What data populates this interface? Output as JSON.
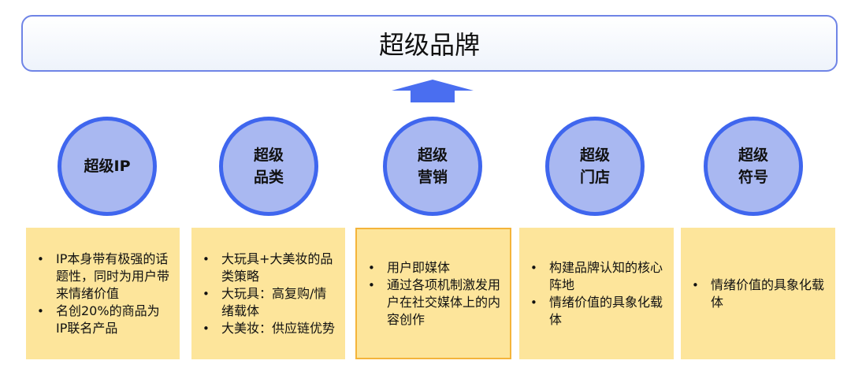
{
  "title": "超级品牌",
  "pillars": [
    {
      "name_lines": [
        "超级IP"
      ],
      "bullets": [
        "IP本身带有极强的话题性，同时为用户带来情绪价值",
        "名创20%的商品为IP联名产品"
      ]
    },
    {
      "name_lines": [
        "超级",
        "品类"
      ],
      "bullets": [
        "大玩具+大美妆的品类策略",
        "大玩具：高复购/情绪载体",
        "大美妆：供应链优势"
      ]
    },
    {
      "name_lines": [
        "超级",
        "营销"
      ],
      "bullets": [
        "用户即媒体",
        "通过各项机制激发用户在社交媒体上的内容创作"
      ]
    },
    {
      "name_lines": [
        "超级",
        "门店"
      ],
      "bullets": [
        "构建品牌认知的核心阵地",
        "情绪价值的具象化载体"
      ]
    },
    {
      "name_lines": [
        "超级",
        "符号"
      ],
      "bullets": [
        "情绪价值的具象化载体"
      ]
    }
  ],
  "colors": {
    "circle_fill": "#a9b8f1",
    "circle_border": "#3f66ee",
    "card_fill": "#fde59b",
    "card_highlight_border": "#f4b43a",
    "arrow": "#4a6ef0",
    "title_border": "#6f84e6"
  }
}
